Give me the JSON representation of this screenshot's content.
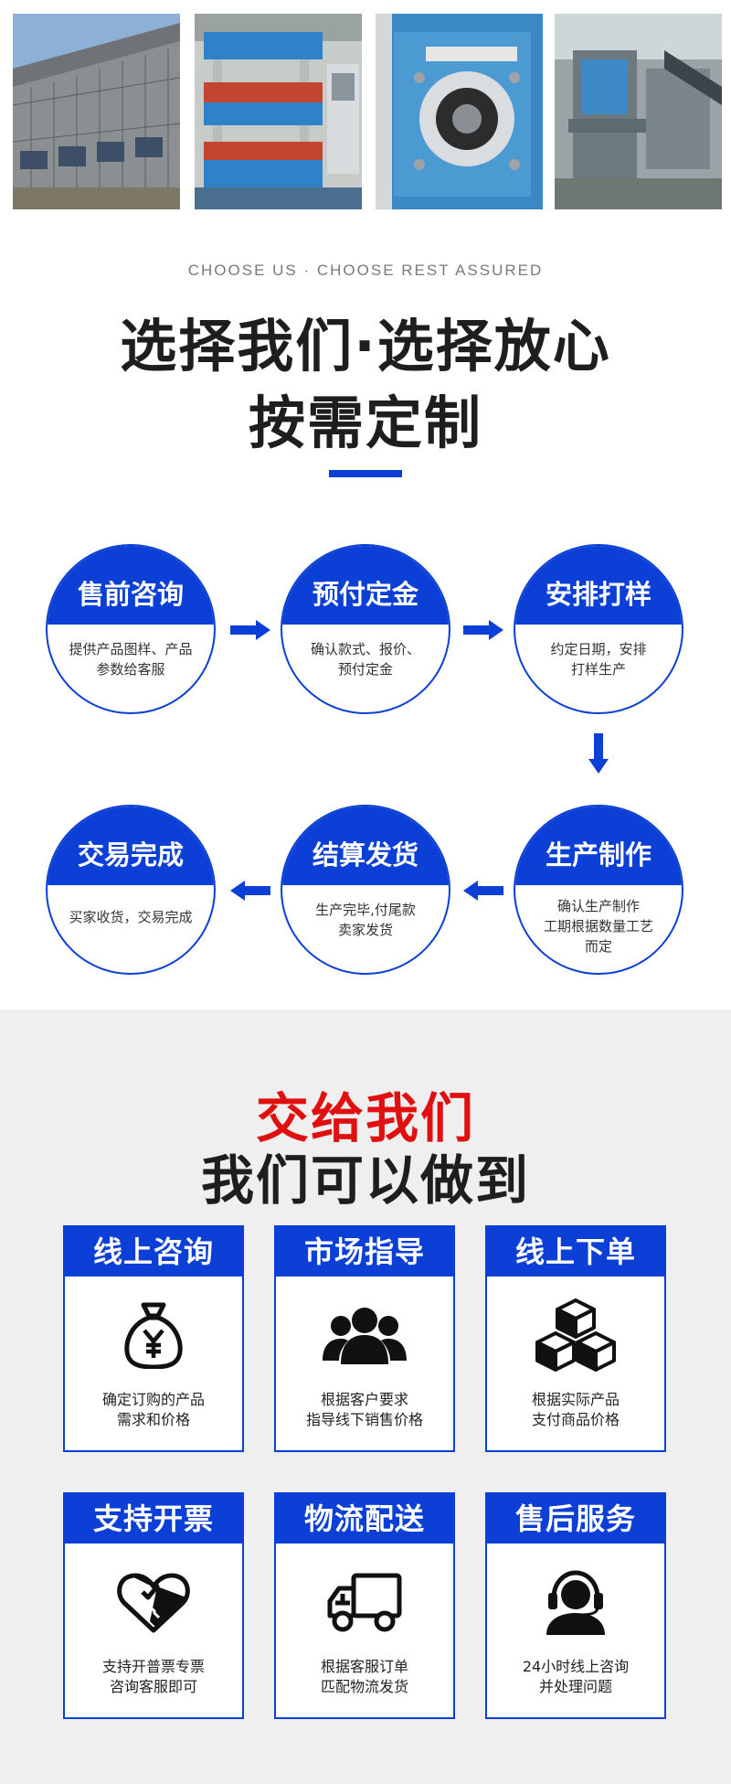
{
  "choose": {
    "eyebrow": "CHOOSE US · CHOOSE REST ASSURED",
    "title_line1": "选择我们·选择放心",
    "title_line2": "按需定制",
    "accent_color": "#0b3fd6",
    "steps": [
      {
        "title": "售前咨询",
        "line1": "提供产品图样、产品",
        "line2": "参数给客服"
      },
      {
        "title": "预付定金",
        "line1": "确认款式、报价、",
        "line2": "预付定金"
      },
      {
        "title": "安排打样",
        "line1": "约定日期，安排",
        "line2": "打样生产"
      },
      {
        "title": "生产制作",
        "line1": "确认生产制作",
        "line2": "工期根据数量工艺",
        "line3": "而定"
      },
      {
        "title": "结算发货",
        "line1": "生产完毕,付尾款",
        "line2": "卖家发货"
      },
      {
        "title": "交易完成",
        "line1": "买家收货，交易完成"
      }
    ]
  },
  "promise": {
    "title_line1": "交给我们",
    "title_line2": "我们可以做到",
    "title_red": "#e11010",
    "cards": [
      {
        "title": "线上咨询",
        "icon": "money-bag-icon",
        "line1": "确定订购的产品",
        "line2": "需求和价格"
      },
      {
        "title": "市场指导",
        "icon": "user-group-icon",
        "line1": "根据客户要求",
        "line2": "指导线下销售价格"
      },
      {
        "title": "线上下单",
        "icon": "boxes-icon",
        "line1": "根据实际产品",
        "line2": "支付商品价格"
      },
      {
        "title": "支持开票",
        "icon": "handshake-heart-icon",
        "line1": "支持开普票专票",
        "line2": "咨询客服即可"
      },
      {
        "title": "物流配送",
        "icon": "truck-icon",
        "line1": "根据客服订单",
        "line2": "匹配物流发货"
      },
      {
        "title": "售后服务",
        "icon": "headset-agent-icon",
        "line1": "24小时线上咨询",
        "line2": "并处理问题"
      }
    ]
  }
}
